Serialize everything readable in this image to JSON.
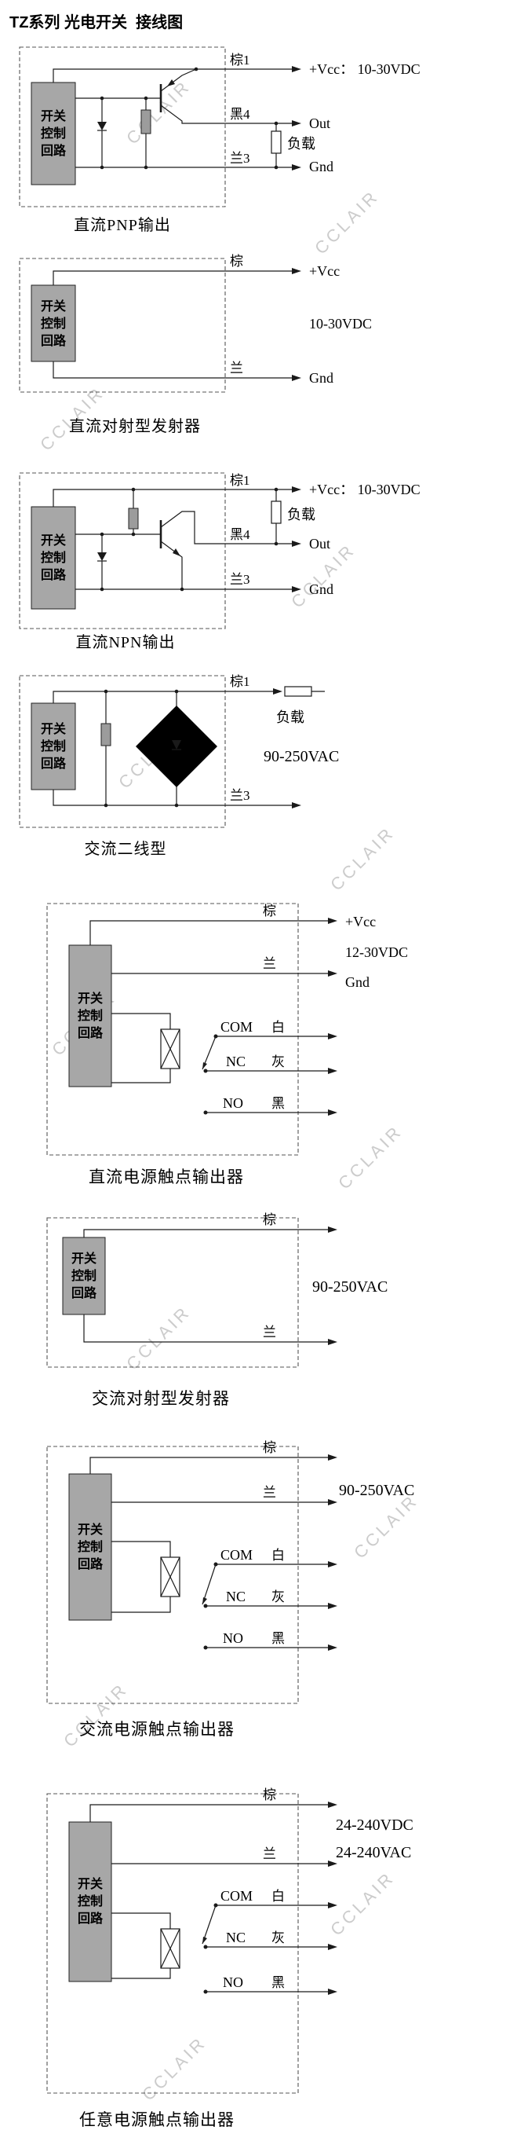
{
  "page": {
    "title": "TZ系列 光电开关  接线图"
  },
  "watermark": {
    "text": "CCLAIR"
  },
  "control_box": {
    "line1": "开关",
    "line2": "控制",
    "line3": "回路"
  },
  "sections": [
    {
      "caption": "直流PNP输出",
      "wire_top": "棕1",
      "wire_mid": "黑4",
      "wire_bot": "兰3",
      "vcc": "+Vcc： 10-30VDC",
      "out": "Out",
      "load": "负载",
      "gnd": "Gnd"
    },
    {
      "caption": "直流对射型发射器",
      "wire_top": "棕",
      "wire_bot": "兰",
      "vcc": "+Vcc",
      "voltage": "10-30VDC",
      "gnd": "Gnd"
    },
    {
      "caption": "直流NPN输出",
      "wire_top": "棕1",
      "wire_mid": "黑4",
      "wire_bot": "兰3",
      "vcc": "+Vcc： 10-30VDC",
      "out": "Out",
      "load": "负载",
      "gnd": "Gnd"
    },
    {
      "caption": "交流二线型",
      "wire_top": "棕1",
      "wire_bot": "兰3",
      "load": "负载",
      "voltage": "90-250VAC"
    },
    {
      "caption": "直流电源触点输出器",
      "wire_top": "棕",
      "wire_bot": "兰",
      "vcc": "+Vcc",
      "voltage": "12-30VDC",
      "gnd": "Gnd",
      "contacts": {
        "com": "COM",
        "com_wire": "白",
        "nc": "NC",
        "nc_wire": "灰",
        "no": "NO",
        "no_wire": "黑"
      }
    },
    {
      "caption": "交流对射型发射器",
      "wire_top": "棕",
      "wire_bot": "兰",
      "voltage": "90-250VAC"
    },
    {
      "caption": "交流电源触点输出器",
      "wire_top": "棕",
      "wire_bot": "兰",
      "voltage": "90-250VAC",
      "contacts": {
        "com": "COM",
        "com_wire": "白",
        "nc": "NC",
        "nc_wire": "灰",
        "no": "NO",
        "no_wire": "黑"
      }
    },
    {
      "caption": "任意电源触点输出器",
      "wire_top": "棕",
      "wire_bot": "兰",
      "voltage_dc": "24-240VDC",
      "voltage_ac": "24-240VAC",
      "contacts": {
        "com": "COM",
        "com_wire": "白",
        "nc": "NC",
        "nc_wire": "灰",
        "no": "NO",
        "no_wire": "黑"
      }
    }
  ]
}
